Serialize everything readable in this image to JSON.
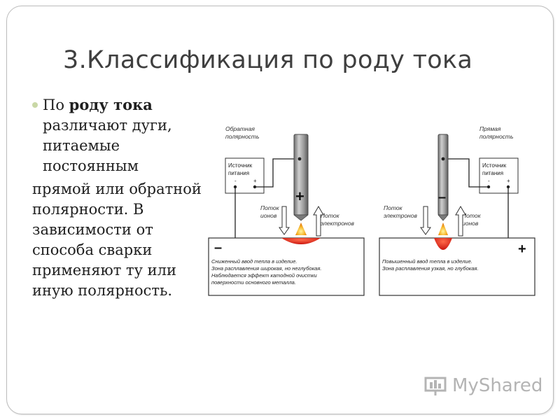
{
  "slide": {
    "title": "3.Классификация по роду тока",
    "para1_pre": "По ",
    "para1_bold": "роду тока",
    "para1_rest": "различают дуги, питаемые постоянным",
    "para2": "прямой или обратной полярности. В зависимости от способа сварки применяют ту или иную полярность."
  },
  "diagram_left": {
    "polarity_line1": "Обратная",
    "polarity_line2": "полярность",
    "source_line1": "Источник",
    "source_line2": "питания",
    "terminal_minus": "-",
    "terminal_plus": "+",
    "electrode_sign": "+",
    "workpiece_sign": "–",
    "flow_ions_line1": "Поток",
    "flow_ions_line2": "ионов",
    "flow_electrons_line1": "Поток",
    "flow_electrons_line2": "электронов",
    "note_line1": "Сниженный ввод тепла в изделие.",
    "note_line2": "Зона расплавления широкая, но неглубокая.",
    "note_line3": "Наблюдается эффект катодной очистки",
    "note_line4": "поверхности основного металла."
  },
  "diagram_right": {
    "polarity_line1": "Прямая",
    "polarity_line2": "полярность",
    "source_line1": "Источник",
    "source_line2": "питания",
    "terminal_minus": "-",
    "terminal_plus": "+",
    "electrode_sign": "–",
    "workpiece_sign": "+",
    "flow_electrons_line1": "Поток",
    "flow_electrons_line2": "электронов",
    "flow_ions_line1": "Поток",
    "flow_ions_line2": "ионов",
    "note_line1": "Повышенный ввод тепла в изделие.",
    "note_line2": "Зона расплавления узкая, но глубокая."
  },
  "watermark": {
    "text": "MyShared"
  },
  "colors": {
    "weld_pool": "#d9241c",
    "arc": "#f0a020",
    "electrode": "#8a8a8a",
    "bullet": "#c9d8a6"
  }
}
